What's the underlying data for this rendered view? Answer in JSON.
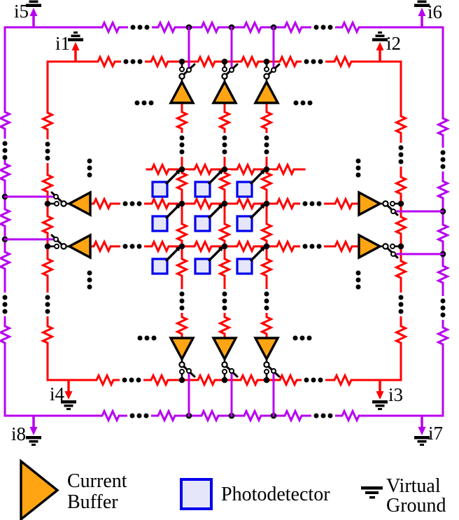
{
  "colors": {
    "wire_red": "#ff0000",
    "wire_purple": "#b800f0",
    "buffer_fill": "#ffa513",
    "photodetector_fill": "#e6e6fa",
    "photodetector_border": "#0000ee",
    "dot_black": "#000000",
    "background": "#ffffff"
  },
  "terminals": {
    "i1": {
      "label": "i1",
      "wire_color": "red",
      "position": "top-left"
    },
    "i2": {
      "label": "i2",
      "wire_color": "red",
      "position": "top-right"
    },
    "i3": {
      "label": "i3",
      "wire_color": "red",
      "position": "bottom-right"
    },
    "i4": {
      "label": "i4",
      "wire_color": "red",
      "position": "bottom-left"
    },
    "i5": {
      "label": "i5",
      "wire_color": "purple",
      "position": "top-left-outer"
    },
    "i6": {
      "label": "i6",
      "wire_color": "purple",
      "position": "top-right-outer"
    },
    "i7": {
      "label": "i7",
      "wire_color": "purple",
      "position": "bottom-right-outer"
    },
    "i8": {
      "label": "i8",
      "wire_color": "purple",
      "position": "bottom-left-outer"
    }
  },
  "array": {
    "visible_photodetector_rows": 3,
    "visible_photodetector_columns": 3,
    "photodetectors_shown": 9,
    "top_buffers": 3,
    "bottom_buffers": 3,
    "left_buffers": 2,
    "right_buffers": 2
  },
  "legend": {
    "current_buffer": {
      "line1": "Current",
      "line2": "Buffer"
    },
    "photodetector": {
      "label": "Photodetector"
    },
    "virtual_ground": {
      "line1": "Virtual",
      "line2": "Ground"
    }
  }
}
